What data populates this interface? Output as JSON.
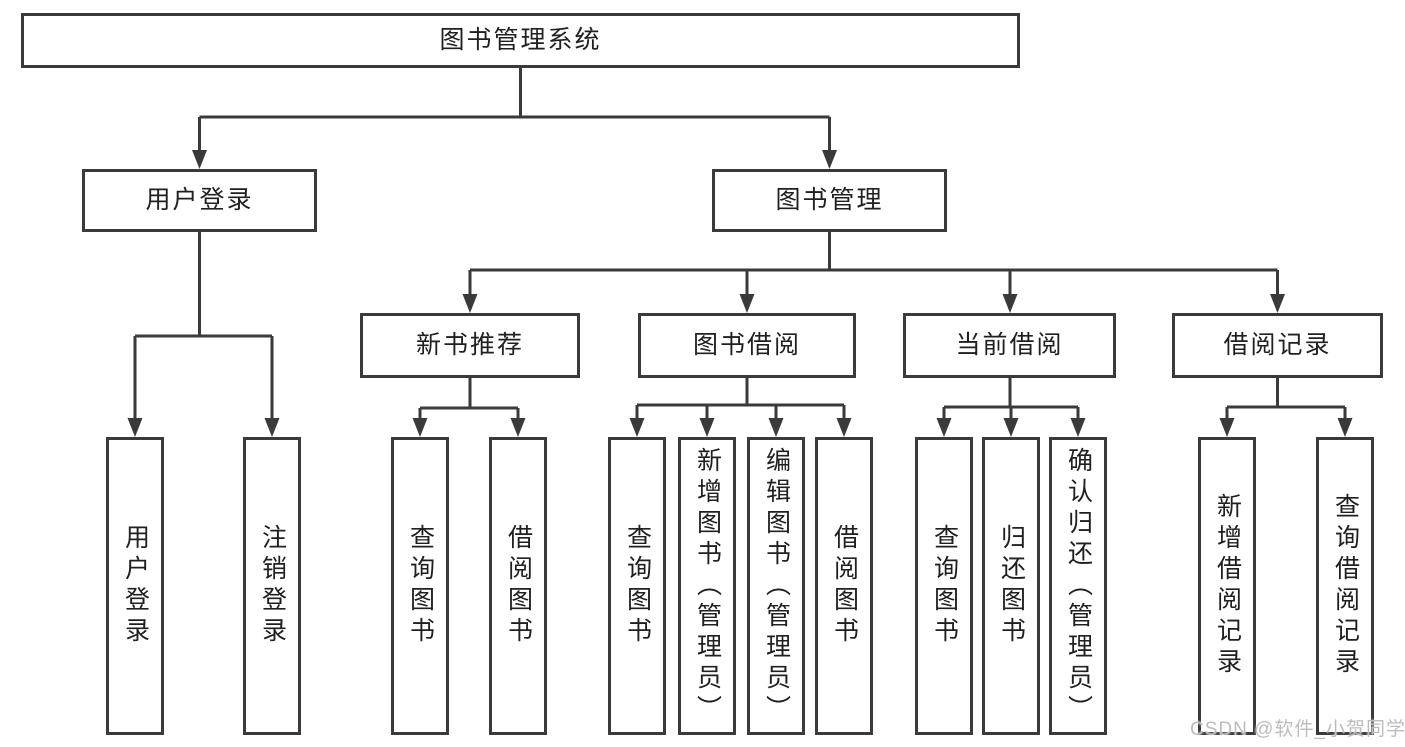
{
  "diagram": {
    "title": "图书管理系统",
    "tree": {
      "root": {
        "label": "图书管理系统"
      },
      "branches": [
        {
          "label": "用户登录",
          "children": [
            {
              "label": "用户登录"
            },
            {
              "label": "注销登录"
            }
          ]
        },
        {
          "label": "图书管理",
          "children": [
            {
              "label": "新书推荐",
              "children": [
                {
                  "label": "查询图书"
                },
                {
                  "label": "借阅图书"
                }
              ]
            },
            {
              "label": "图书借阅",
              "children": [
                {
                  "label": "查询图书"
                },
                {
                  "label": "新增图书（管理员）"
                },
                {
                  "label": "编辑图书（管理员）"
                },
                {
                  "label": "借阅图书"
                }
              ]
            },
            {
              "label": "当前借阅",
              "children": [
                {
                  "label": "查询图书"
                },
                {
                  "label": "归还图书"
                },
                {
                  "label": "确认归还（管理员）"
                }
              ]
            },
            {
              "label": "借阅记录",
              "children": [
                {
                  "label": "新增借阅记录"
                },
                {
                  "label": "查询借阅记录"
                }
              ]
            }
          ]
        }
      ]
    },
    "colors": {
      "line": "#3a3a3a",
      "text": "#202020",
      "background": "#ffffff",
      "watermark": "#bcbcbc"
    },
    "watermark": {
      "text": "CSDN @软件_小贺同学"
    }
  }
}
